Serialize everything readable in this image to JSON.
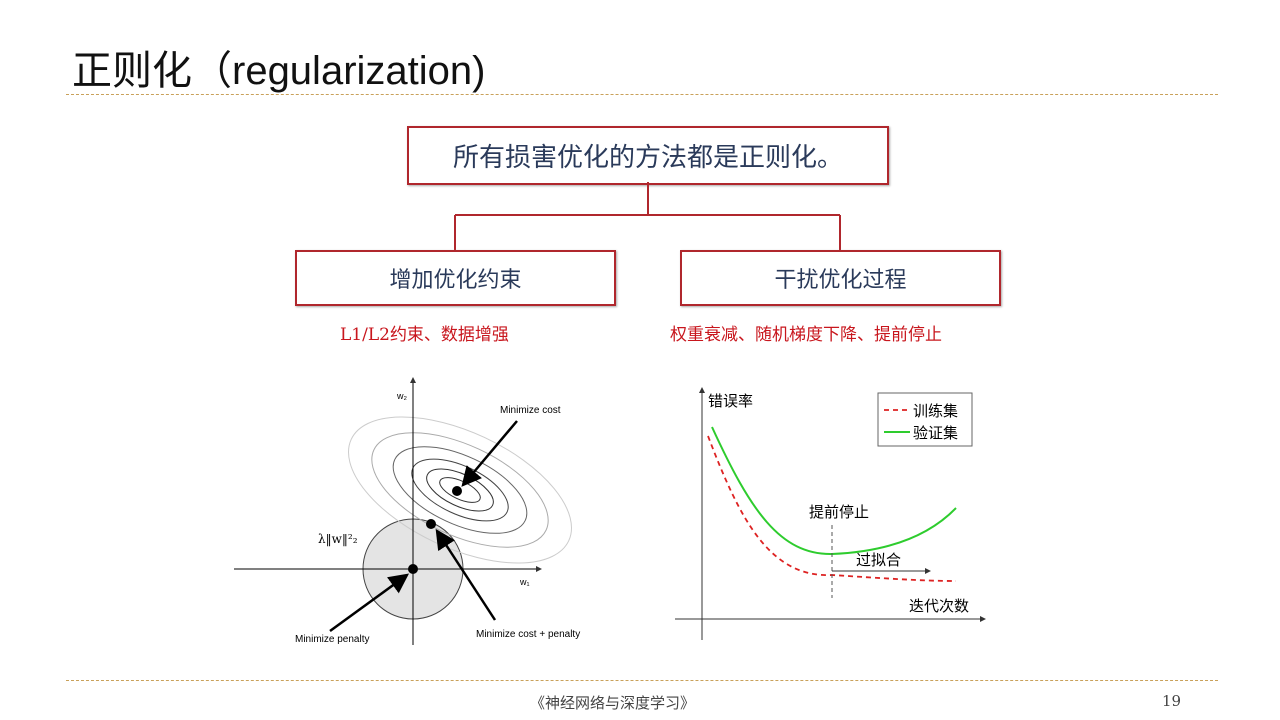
{
  "title": "正则化（regularization)",
  "top_box": "所有损害优化的方法都是正则化。",
  "left_box": "增加优化约束",
  "right_box": "干扰优化过程",
  "left_note": "L1/L2约束、数据增强",
  "right_note": "权重衰减、随机梯度下降、提前停止",
  "left_fig": {
    "w2": "w₂",
    "w1": "w₁",
    "min_cost": "Minimize cost",
    "penalty_expr": "λ‖w‖²₂",
    "min_penalty": "Minimize penalty",
    "min_both": "Minimize cost + penalty"
  },
  "right_fig": {
    "ylabel": "错误率",
    "xlabel": "迭代次数",
    "legend_train": "训练集",
    "legend_val": "验证集",
    "early_stop": "提前停止",
    "overfit": "过拟合"
  },
  "footer": {
    "book": "《神经网络与深度学习》",
    "page": "19"
  }
}
